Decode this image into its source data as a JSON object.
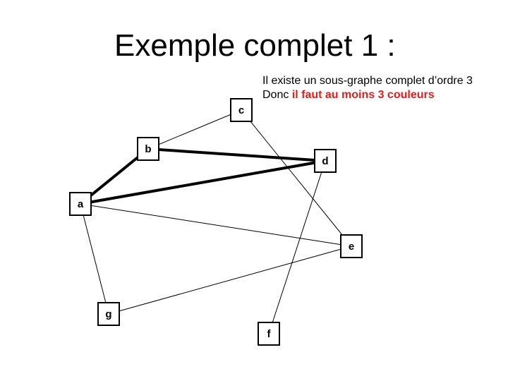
{
  "title": "Exemple complet 1 :",
  "note": {
    "line1": "Il existe un sous-graphe complet d’ordre 3",
    "line2_prefix": "Donc ",
    "line2_highlight": "il faut au moins 3 couleurs",
    "highlight_color": "#e02020"
  },
  "graph": {
    "nodes": [
      {
        "id": "a",
        "label": "a"
      },
      {
        "id": "b",
        "label": "b"
      },
      {
        "id": "c",
        "label": "c"
      },
      {
        "id": "d",
        "label": "d"
      },
      {
        "id": "e",
        "label": "e"
      },
      {
        "id": "f",
        "label": "f"
      },
      {
        "id": "g",
        "label": "g"
      }
    ],
    "edges": [
      {
        "from": "a",
        "to": "b",
        "bold": true
      },
      {
        "from": "b",
        "to": "d",
        "bold": true
      },
      {
        "from": "a",
        "to": "d",
        "bold": true
      },
      {
        "from": "b",
        "to": "c",
        "bold": false
      },
      {
        "from": "c",
        "to": "e",
        "bold": false
      },
      {
        "from": "a",
        "to": "e",
        "bold": false
      },
      {
        "from": "a",
        "to": "g",
        "bold": false
      },
      {
        "from": "g",
        "to": "e",
        "bold": false
      },
      {
        "from": "d",
        "to": "f",
        "bold": false
      }
    ]
  }
}
